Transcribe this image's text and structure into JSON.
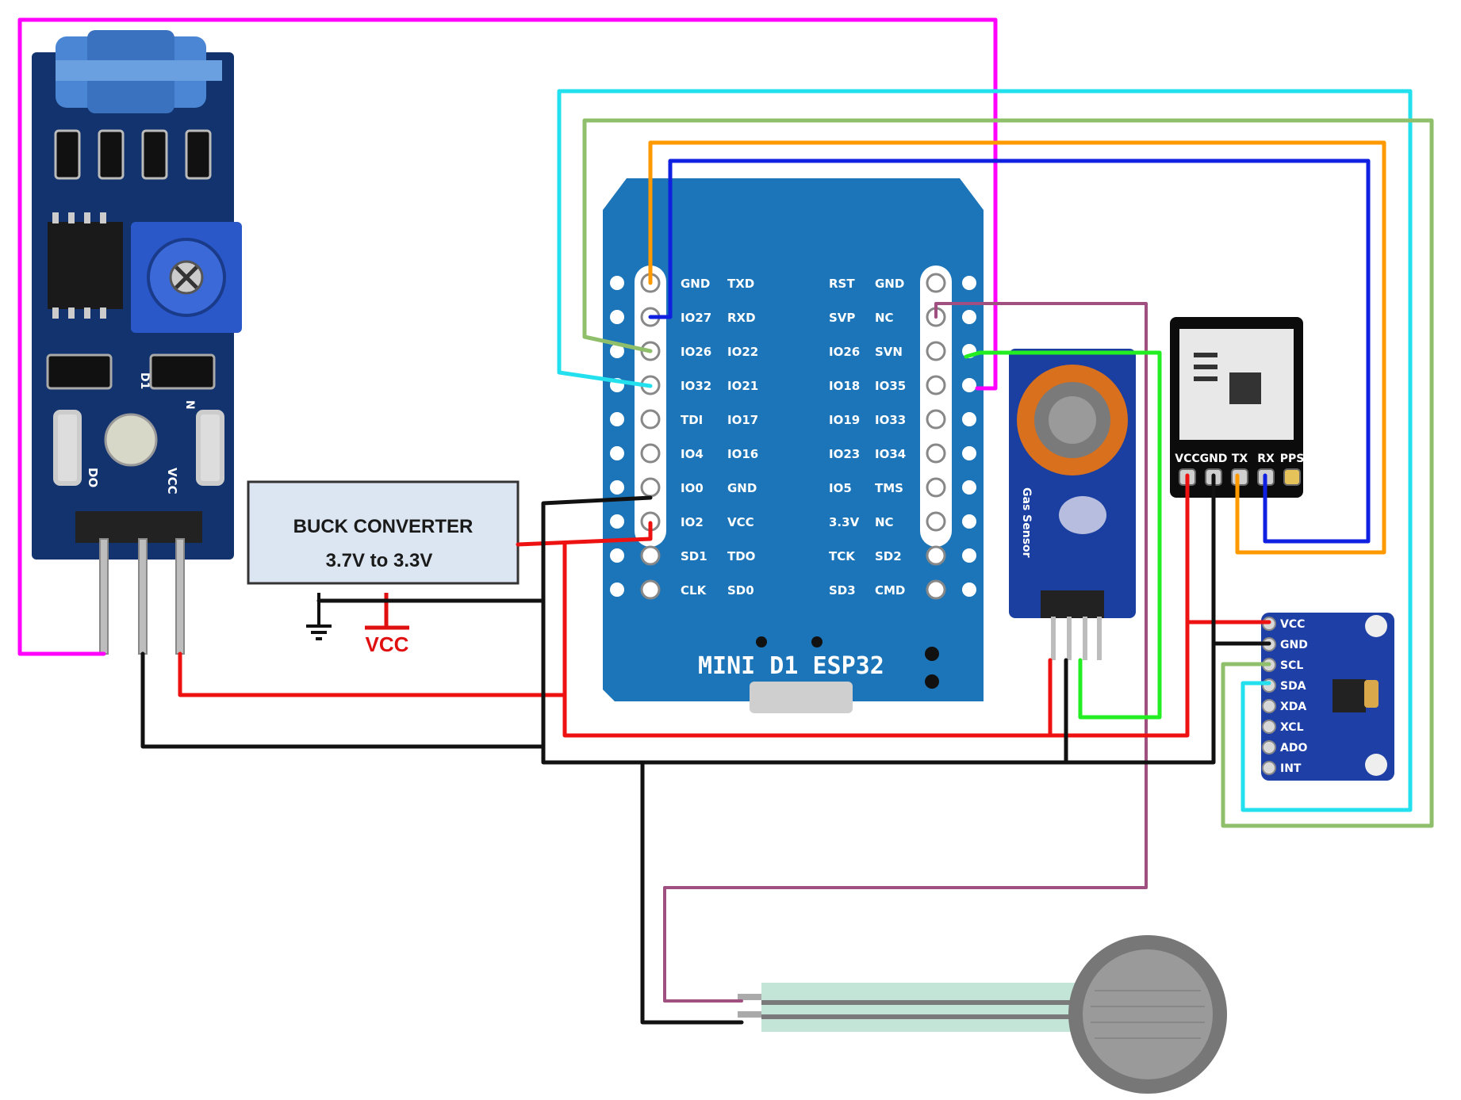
{
  "esp32": {
    "board_label": "MINI D1 ESP32",
    "left_inner_pins": [
      [
        "GND",
        "TXD"
      ],
      [
        "IO27",
        "RXD"
      ],
      [
        "IO26",
        "IO22"
      ],
      [
        "IO32",
        "IO21"
      ],
      [
        "TDI",
        "IO17"
      ],
      [
        "IO4",
        "IO16"
      ],
      [
        "IO0",
        "GND"
      ],
      [
        "IO2",
        "VCC"
      ],
      [
        "SD1",
        "TDO"
      ],
      [
        "CLK",
        "SD0"
      ]
    ],
    "right_inner_pins": [
      [
        "RST",
        "GND"
      ],
      [
        "SVP",
        "NC"
      ],
      [
        "IO26",
        "SVN"
      ],
      [
        "IO18",
        "IO35"
      ],
      [
        "IO19",
        "IO33"
      ],
      [
        "IO23",
        "IO34"
      ],
      [
        "IO5",
        "TMS"
      ],
      [
        "3.3V",
        "NC"
      ],
      [
        "TCK",
        "SD2"
      ],
      [
        "SD3",
        "CMD"
      ]
    ]
  },
  "buck": {
    "line1": "BUCK CONVERTER",
    "line2": "3.7V to 3.3V",
    "vcc_label": "VCC"
  },
  "vibration_sensor": {
    "pins": [
      "DO",
      "",
      "VCC"
    ],
    "side_labels": [
      "D1",
      "N"
    ]
  },
  "gas_sensor": {
    "label": "Gas Sensor"
  },
  "gps": {
    "pins": [
      "VCC",
      "GND",
      "TX",
      "RX",
      "PPS"
    ]
  },
  "mpu": {
    "pins": [
      "VCC",
      "GND",
      "SCL",
      "SDA",
      "XDA",
      "XCL",
      "ADO",
      "INT"
    ]
  },
  "wire_colors": {
    "magenta": "#ff00ff",
    "cyan": "#22e0ee",
    "olive": "#8fbf6a",
    "orange": "#ff9900",
    "blue": "#1020e0",
    "purple": "#a05080",
    "green": "#22ee22",
    "red": "#ee1111",
    "black": "#111111"
  }
}
